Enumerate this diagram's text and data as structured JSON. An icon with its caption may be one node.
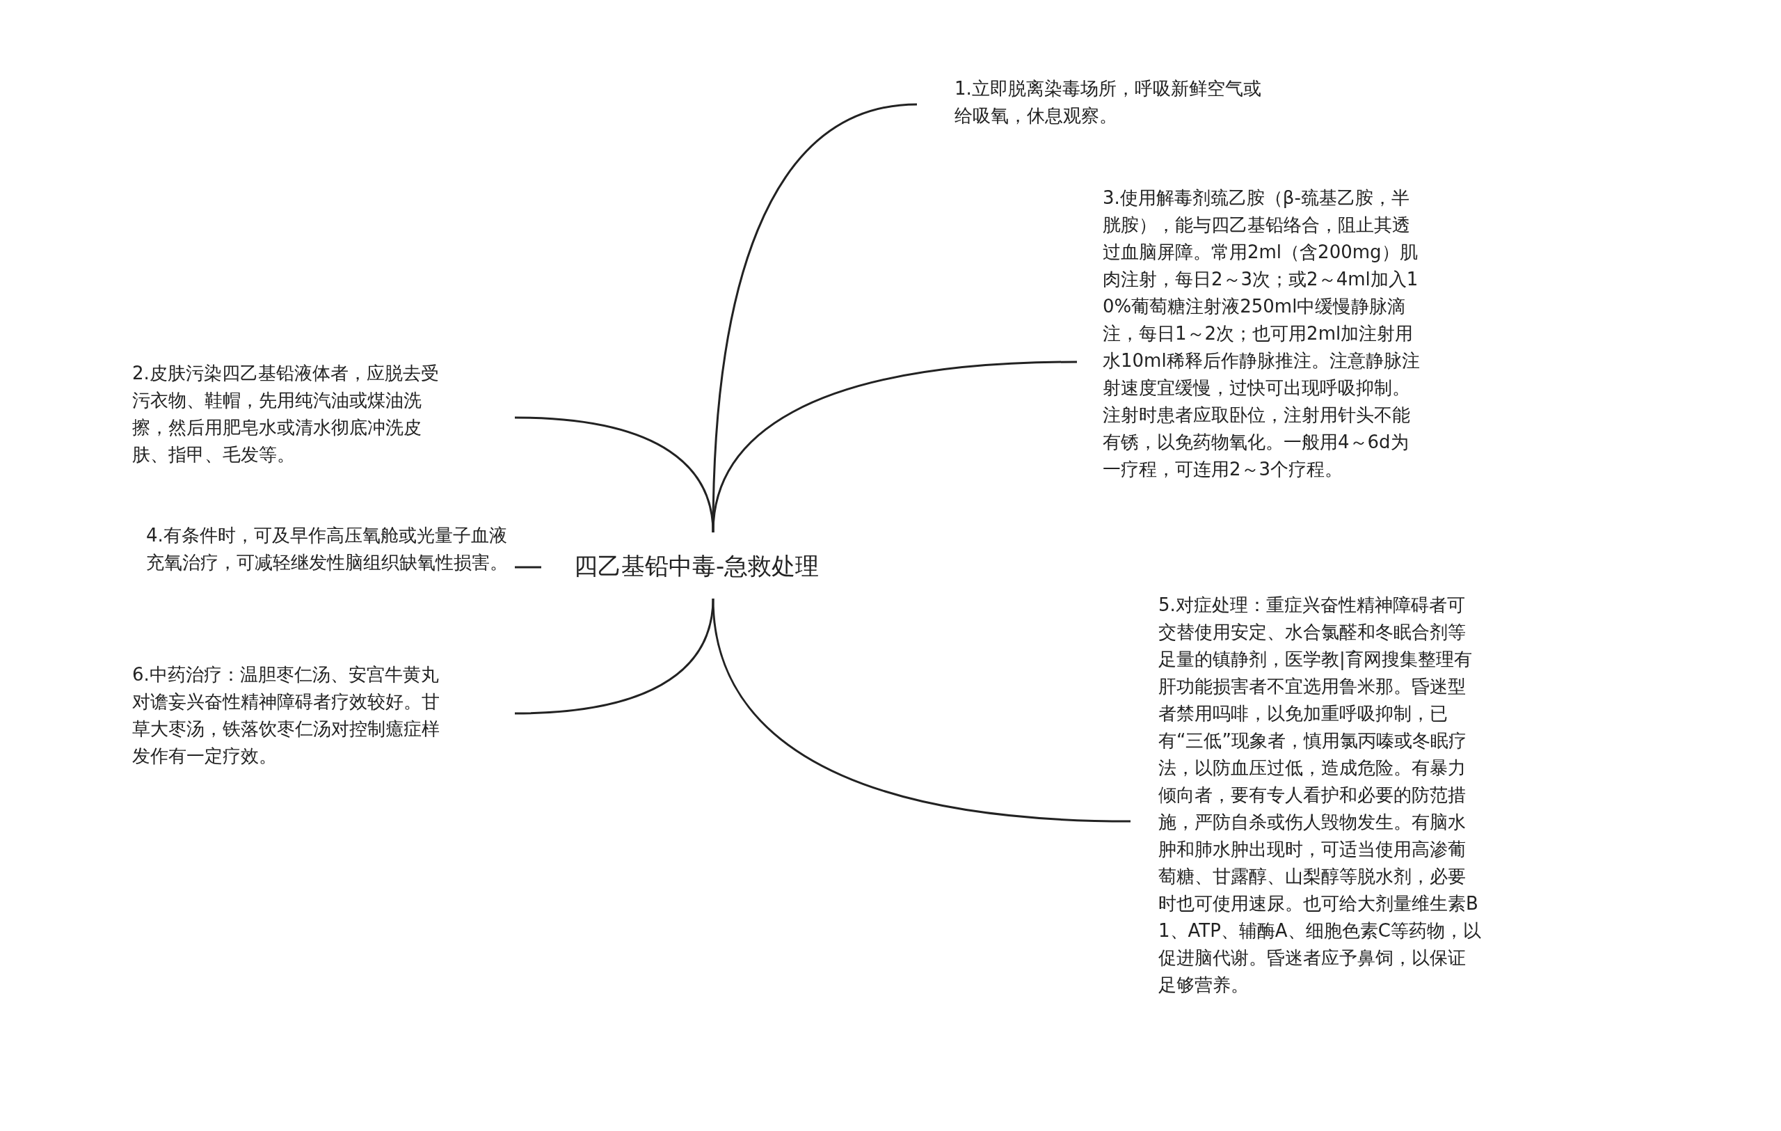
{
  "diagram": {
    "nodes": [
      {
        "text": [
          "四乙基铅中毒-急救处理"
        ]
      },
      {
        "text": [
          "1.立即脱离染毒场所，呼吸新鲜空气或给吸氧，休息观察。"
        ]
      },
      {
        "text": [
          "2.皮肤污染四乙基铅液体者，应脱去受污衣物、鞋帽，先用纯汽油或煤油洗擦，然后用肥皂水或清水彻底冲洗皮肤、指甲、毛发等。"
        ]
      },
      {
        "text": [
          "3.使用解毒剂巯乙胺（β-巯基乙胺，半胱胺），能与四乙基铅络合，阻止其透过血脑屏障。常用2ml（含200mg）肌肉注射，每日2～3次；或2～4ml加入10%葡萄糖注射液250ml中缓慢静脉滴注，每日1～2次；也可用2ml加注射用水10ml稀释后作静脉推注。注意静脉注射速度宜缓慢，过快可出现呼吸抑制。注射时患者应取卧位，注射用针头不能有锈，以免药物氧化。一般用4～6d为一疗程，可连用2～3个疗程。"
        ]
      },
      {
        "text": [
          "4.有条件时，可及早作高压氧舱或光量子血液充氧治疗，可减轻继发性脑组织缺氧性损害。"
        ]
      },
      {
        "text": [
          "5.对症处理：重症兴奋性精神障碍者可交替使用安定、水合氯醛和冬眠合剂等足量的镇静剂，医学教|育网搜集整理有肝功能损害者不宜选用鲁米那。昏迷型者禁用吗啡，以免加重呼吸抑制，已有“三低”现象者，慎用氯丙嗪或冬眠疗法，以防血压过低，造成危险。有暴力倾向者，要有专人看护和必要的防范措施，严防自杀或伤人毁物发生。有脑水肿和肺水肿出现时，可适当使用高渗葡萄糖、甘露醇、山梨醇等脱水剂，必要时也可使用速尿。也可给大剂量维生素B1、ATP、辅酶A、细胞色素C等药物，以促进脑代谢。昏迷者应予鼻饲，以保证足够营养。"
        ]
      },
      {
        "text": [
          "6.中药治疗：温胆枣仁汤、安宫牛黄丸对谵妄兴奋性精神障碍者疗效较好。甘草大枣汤，铁落饮枣仁汤对控制癔症样发作有一定疗效。"
        ]
      }
    ],
    "edges": [
      {
        "from": 0,
        "to": 1,
        "arrow": "none"
      },
      {
        "from": 0,
        "to": 2,
        "arrow": "none"
      },
      {
        "from": 0,
        "to": 3,
        "arrow": "none"
      },
      {
        "from": 0,
        "to": 4,
        "arrow": "none"
      },
      {
        "from": 0,
        "to": 5,
        "arrow": "none"
      },
      {
        "from": 0,
        "to": 6,
        "arrow": "none"
      }
    ]
  }
}
